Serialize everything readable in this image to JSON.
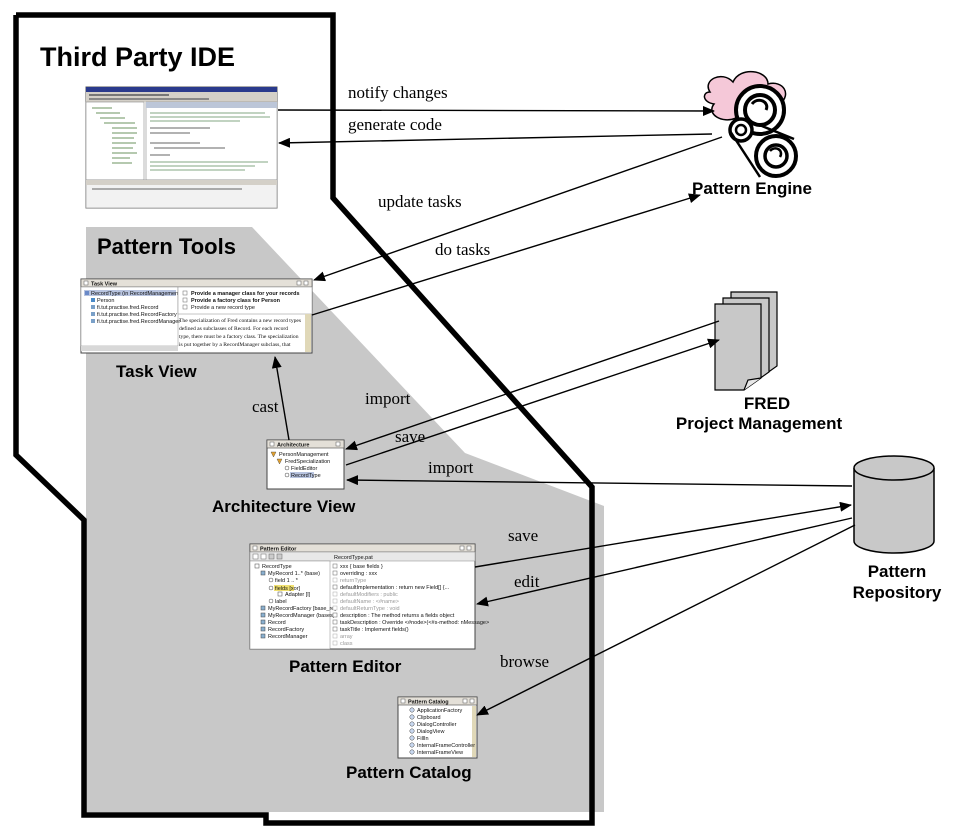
{
  "ide": {
    "title": "Third Party IDE"
  },
  "tools": {
    "title": "Pattern Tools"
  },
  "engine": {
    "label": "Pattern Engine"
  },
  "fred": {
    "line1": "FRED",
    "line2": "Project Management"
  },
  "repository": {
    "line1": "Pattern",
    "line2": "Repository"
  },
  "edges": {
    "notify": "notify changes",
    "generate": "generate code",
    "update": "update tasks",
    "do": "do tasks",
    "import1": "import",
    "save1": "save",
    "import2": "import",
    "cast": "cast",
    "save2": "save",
    "edit": "edit",
    "browse": "browse"
  },
  "views": {
    "task": {
      "caption": "Task View",
      "win_title": "Task View",
      "tree": [
        "RecordType (in RecordManagement/Pe",
        "Person",
        "fi.tut.practise.fred.Record",
        "fi.tut.practise.fred.RecordFactory",
        "fi.tut.practise.fred.RecordManager"
      ],
      "tasks": [
        "Provide a manager class for your records",
        "Provide a factory class for Person",
        "Provide a new record type"
      ],
      "description": [
        "The specialization of Fred contains a new record types",
        "defined as subclasses of Record. For each record",
        "type, there must be a factory class. The specialization",
        "is put together by a RecordManager subclass, that"
      ]
    },
    "architecture": {
      "caption": "Architecture View",
      "win_title": "Architecture",
      "tree": [
        "PersonManagement",
        "FredSpecialization",
        "FieldEditor",
        "RecordType"
      ]
    },
    "editor": {
      "caption": "Pattern Editor",
      "win_title": "Pattern Editor",
      "file": "RecordType.pat",
      "tree": [
        "RecordType",
        "MyRecord 1..* (base)",
        "field 1 .. *",
        "fields [xor]",
        "Adapter [l]",
        "label",
        "MyRecordFactory [base_re]",
        "MyRecordManager (bases)",
        "Record",
        "RecordFactory",
        "RecordManager"
      ],
      "props": [
        "xxx { base fields }",
        "overriding : xxx",
        "returnType",
        "defaultImplementation : return new Field[] {...",
        "defaultModifiers : public",
        "defaultName : <#name>",
        "defaultReturnType : void",
        "description : The method returns a fields object",
        "taskDescription : Override <#node>(<#s-method: nMessage>",
        "taskTitle : Implement fields()",
        "array",
        "class"
      ]
    },
    "catalog": {
      "caption": "Pattern Catalog",
      "win_title": "Pattern Catalog",
      "items": [
        "ApplicationFactory",
        "Clipboard",
        "DialogController",
        "DialogView",
        "FillIn",
        "InternalFrameController",
        "InternalFrameView"
      ]
    }
  }
}
